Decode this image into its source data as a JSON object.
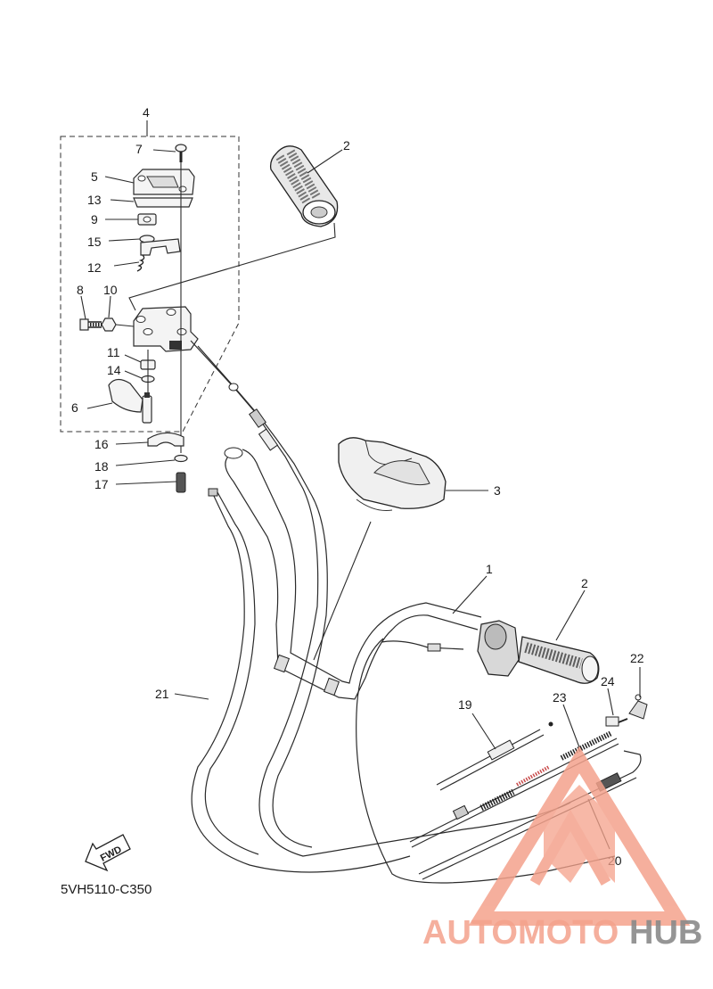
{
  "diagram": {
    "part_code": "5VH5110-C350",
    "fwd_label": "FWD",
    "callouts": [
      {
        "id": "c1",
        "label": "1"
      },
      {
        "id": "c2a",
        "label": "2"
      },
      {
        "id": "c2b",
        "label": "2"
      },
      {
        "id": "c3",
        "label": "3"
      },
      {
        "id": "c4",
        "label": "4"
      },
      {
        "id": "c5",
        "label": "5"
      },
      {
        "id": "c6",
        "label": "6"
      },
      {
        "id": "c7",
        "label": "7"
      },
      {
        "id": "c8",
        "label": "8"
      },
      {
        "id": "c9",
        "label": "9"
      },
      {
        "id": "c10",
        "label": "10"
      },
      {
        "id": "c11",
        "label": "11"
      },
      {
        "id": "c12",
        "label": "12"
      },
      {
        "id": "c13",
        "label": "13"
      },
      {
        "id": "c14",
        "label": "14"
      },
      {
        "id": "c15",
        "label": "15"
      },
      {
        "id": "c16",
        "label": "16"
      },
      {
        "id": "c17",
        "label": "17"
      },
      {
        "id": "c18",
        "label": "18"
      },
      {
        "id": "c19",
        "label": "19"
      },
      {
        "id": "c20",
        "label": "20"
      },
      {
        "id": "c21",
        "label": "21"
      },
      {
        "id": "c22",
        "label": "22"
      },
      {
        "id": "c23",
        "label": "23"
      },
      {
        "id": "c24",
        "label": "24"
      }
    ]
  },
  "watermark": {
    "part1": "AUTOMOTO",
    "part2": "HUB",
    "color_primary": "#f4a28c",
    "color_secondary": "#8a8a8a"
  }
}
